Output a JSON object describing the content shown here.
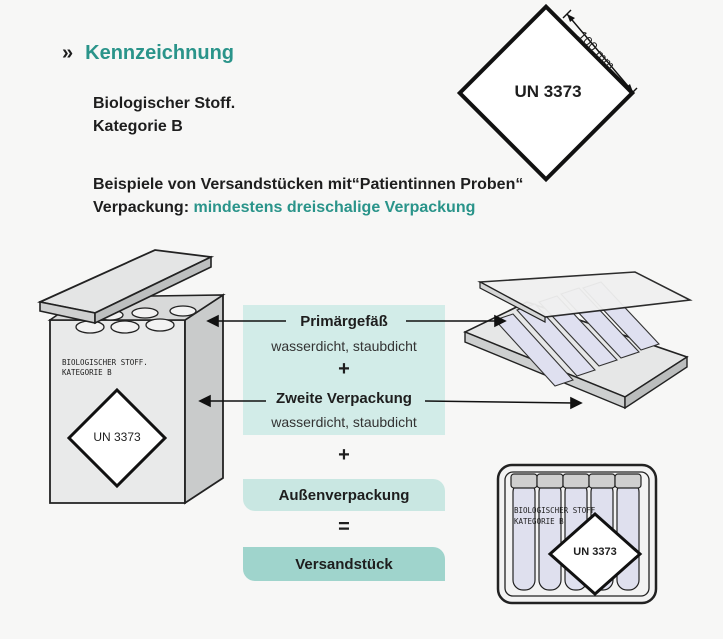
{
  "heading": {
    "marker": "»",
    "title": "Kennzeichnung"
  },
  "substance": {
    "line1": "Biologischer Stoff.",
    "line2": "Kategorie B"
  },
  "examples": {
    "line1": "Beispiele von Versandstücken mit“Patientinnen Proben“",
    "packaging_prefix": "Verpackung: ",
    "packaging_highlight": "mindestens dreischalige Verpackung"
  },
  "label": {
    "un_number": "UN 3373",
    "dimension": "100 mm"
  },
  "box_text": {
    "line1": "BIOLOGISCHER STOFF.",
    "line2": "KATEGORIE B"
  },
  "flow": {
    "primary_title": "Primärgefäß",
    "primary_sub": "wasserdicht, staubdicht",
    "plus1": "+",
    "secondary_title": "Zweite Verpackung",
    "secondary_sub": "wasserdicht, staubdicht",
    "plus2": "+",
    "outer_label": "Außenverpackung",
    "equals": "=",
    "result_label": "Versandstück"
  },
  "tray_text": {
    "line1": "BIOLOGISCHER STOFF",
    "line2": "KATEGORIE B"
  },
  "colors": {
    "teal": "#2a948a",
    "panel_light": "#d2ece8",
    "pill_dark": "#9fd4cc",
    "pill_light": "#c9e7e2"
  }
}
